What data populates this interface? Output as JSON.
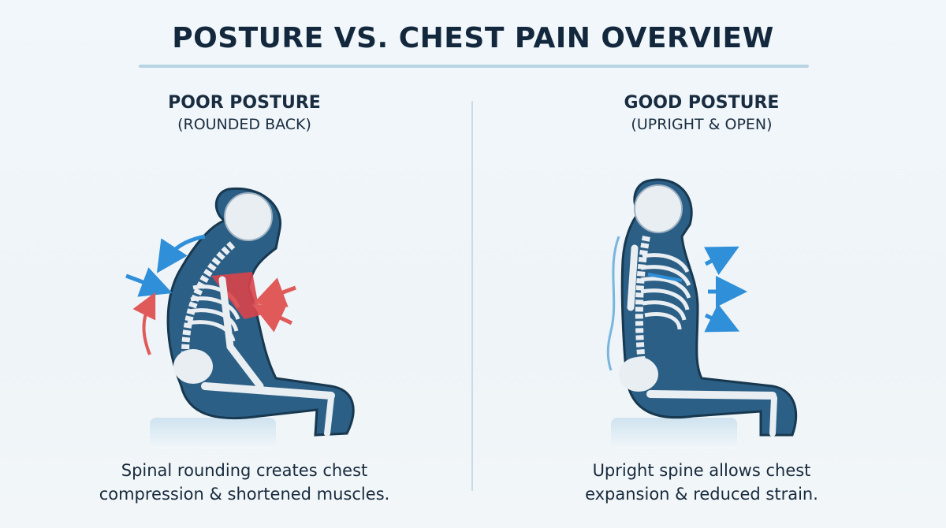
{
  "title": "POSTURE VS. CHEST PAIN OVERVIEW",
  "panels": {
    "poor": {
      "heading": "POOR POSTURE",
      "subheading": "(ROUNDED BACK)",
      "caption_line1": "Spinal rounding creates chest",
      "caption_line2": "compression & shortened muscles.",
      "illustration": "seated skeleton with rounded back, red tight chest muscles",
      "arrows": [
        {
          "color": "#2f8fd8",
          "meaning": "upper back pushed forward"
        },
        {
          "color": "#2f8fd8",
          "meaning": "mid back pressure"
        },
        {
          "color": "#e05a5a",
          "meaning": "lower back strain upward"
        },
        {
          "color": "#e05a5a",
          "meaning": "chest compression"
        },
        {
          "color": "#e05a5a",
          "meaning": "chest compression"
        }
      ]
    },
    "good": {
      "heading": "GOOD POSTURE",
      "subheading": "(UPRIGHT & OPEN)",
      "caption_line1": "Upright spine allows chest",
      "caption_line2": "expansion & reduced strain.",
      "illustration": "seated skeleton upright, open expanded ribcage",
      "arrows": [
        {
          "color": "#2f8fd8",
          "meaning": "chest expansion"
        },
        {
          "color": "#2f8fd8",
          "meaning": "chest expansion"
        },
        {
          "color": "#2f8fd8",
          "meaning": "chest expansion"
        }
      ]
    }
  },
  "colors": {
    "body_fill": "#2c5f86",
    "bone": "#e9eef2",
    "muscle": "#d9444a",
    "arrow_blue": "#2f8fd8",
    "arrow_red": "#e05a5a",
    "title_text": "#13283d",
    "rule": "#b7d3e4"
  }
}
